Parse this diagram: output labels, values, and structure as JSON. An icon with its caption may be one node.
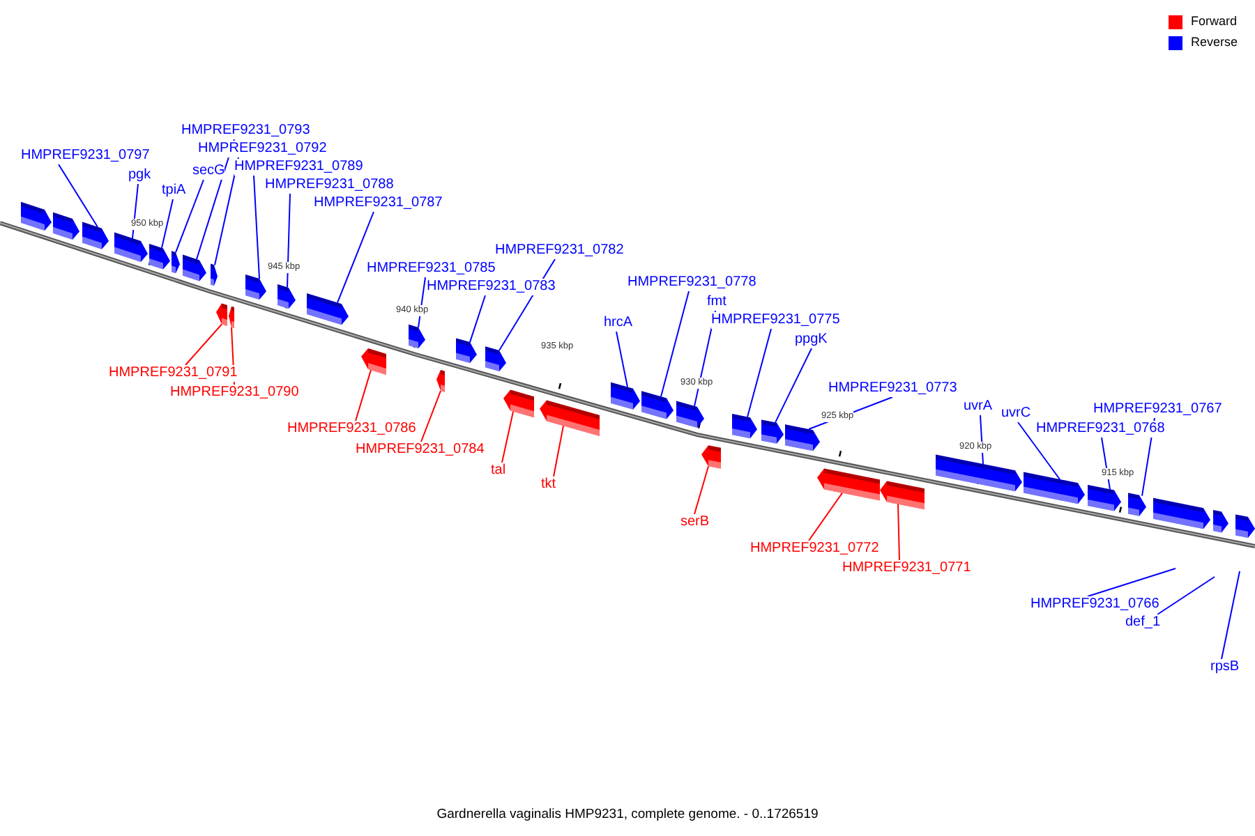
{
  "diagram": {
    "caption": "Gardnerella vaginalis HMP9231, complete genome. - 0..1726519",
    "nodes": [
      {
        "text": [],
        "shape": "pentagon"
      },
      {
        "text": [],
        "shape": "pentagon"
      },
      {
        "text": [],
        "shape": "pentagon"
      },
      {
        "text": [],
        "shape": "pentagon"
      },
      {
        "text": [],
        "shape": "pentagon"
      },
      {
        "text": [],
        "shape": "pentagon"
      },
      {
        "text": [],
        "shape": "pentagon"
      },
      {
        "text": [],
        "shape": "pentagon"
      },
      {
        "text": [],
        "shape": "pentagon"
      },
      {
        "text": [],
        "shape": "pentagon"
      },
      {
        "text": [],
        "shape": "pentagon"
      },
      {
        "text": [],
        "shape": "pentagon"
      },
      {
        "text": [],
        "shape": "pentagon"
      },
      {
        "text": [],
        "shape": "pentagon"
      },
      {
        "text": [],
        "shape": "pentagon"
      },
      {
        "text": [],
        "shape": "pentagon"
      },
      {
        "text": [],
        "shape": "pentagon"
      },
      {
        "text": [],
        "shape": "pentagon"
      },
      {
        "text": [],
        "shape": "pentagon"
      },
      {
        "text": [],
        "shape": "pentagon"
      },
      {
        "text": [],
        "shape": "pentagon"
      },
      {
        "text": [],
        "shape": "pentagon"
      },
      {
        "text": [],
        "shape": "pentagon"
      },
      {
        "text": [],
        "shape": "pentagon"
      },
      {
        "text": [],
        "shape": "pentagon"
      },
      {
        "text": [],
        "shape": "pentagon"
      },
      {
        "text": [],
        "shape": "pentagon"
      },
      {
        "text": [],
        "shape": "pentagon"
      },
      {
        "text": [],
        "shape": "pentagon"
      },
      {
        "text": [],
        "shape": "pentagon"
      },
      {
        "text": [],
        "shape": "pentagon"
      },
      {
        "text": [],
        "shape": "pentagon"
      },
      {
        "text": [],
        "shape": "pentagon"
      },
      {
        "text": [],
        "shape": "pentagon"
      },
      {
        "text": [],
        "shape": "pentagon"
      },
      {
        "text": [],
        "shape": "pentagon"
      },
      {
        "text": [
          "HMPREF9231_0797"
        ]
      },
      {
        "text": [
          "pgk"
        ]
      },
      {
        "text": [
          "tpiA"
        ]
      },
      {
        "text": [
          "secG"
        ]
      },
      {
        "text": [
          "HMPREF9231_0793"
        ]
      },
      {
        "text": [
          "HMPREF9231_0792"
        ]
      },
      {
        "text": [
          "HMPREF9231_0789"
        ]
      },
      {
        "text": [
          "HMPREF9231_0788"
        ]
      },
      {
        "text": [
          "HMPREF9231_0787"
        ]
      },
      {
        "text": [
          "HMPREF9231_0791"
        ]
      },
      {
        "text": [
          "HMPREF9231_0790"
        ]
      },
      {
        "text": [
          "HMPREF9231_0786"
        ]
      },
      {
        "text": [
          "HMPREF9231_0785"
        ]
      },
      {
        "text": [
          "HMPREF9231_0784"
        ]
      },
      {
        "text": [
          "HMPREF9231_0783"
        ]
      },
      {
        "text": [
          "HMPREF9231_0782"
        ]
      },
      {
        "text": [
          "tal"
        ]
      },
      {
        "text": [
          "tkt"
        ]
      },
      {
        "text": [
          "hrcA"
        ]
      },
      {
        "text": [
          "HMPREF9231_0778"
        ]
      },
      {
        "text": [
          "fmt"
        ]
      },
      {
        "text": [
          "serB"
        ]
      },
      {
        "text": [
          "HMPREF9231_0775"
        ]
      },
      {
        "text": [
          "ppgK"
        ]
      },
      {
        "text": [
          "HMPREF9231_0773"
        ]
      },
      {
        "text": [
          "HMPREF9231_0772"
        ]
      },
      {
        "text": [
          "HMPREF9231_0771"
        ]
      },
      {
        "text": [
          "uvrA"
        ]
      },
      {
        "text": [
          "uvrC"
        ]
      },
      {
        "text": [
          "HMPREF9231_0768"
        ]
      },
      {
        "text": [
          "HMPREF9231_0767"
        ]
      },
      {
        "text": [
          "HMPREF9231_0766"
        ]
      },
      {
        "text": [
          "def_1"
        ]
      },
      {
        "text": [
          "rpsB"
        ]
      }
    ],
    "edges": [
      {
        "from": 36,
        "to": 2,
        "arrow": "none"
      },
      {
        "from": 37,
        "to": 3,
        "arrow": "none"
      },
      {
        "from": 38,
        "to": 4,
        "arrow": "none"
      },
      {
        "from": 39,
        "to": 5,
        "arrow": "none"
      },
      {
        "from": 40,
        "to": 6,
        "arrow": "none"
      },
      {
        "from": 41,
        "to": 7,
        "arrow": "none"
      },
      {
        "from": 42,
        "to": 10,
        "arrow": "none"
      },
      {
        "from": 43,
        "to": 11,
        "arrow": "none"
      },
      {
        "from": 44,
        "to": 12,
        "arrow": "none"
      },
      {
        "from": 45,
        "to": 8,
        "arrow": "none",
        "color": "#ff0000"
      },
      {
        "from": 46,
        "to": 9,
        "arrow": "none",
        "color": "#ff0000"
      },
      {
        "from": 47,
        "to": 13,
        "arrow": "none",
        "color": "#ff0000"
      },
      {
        "from": 48,
        "to": 14,
        "arrow": "none"
      },
      {
        "from": 49,
        "to": 15,
        "arrow": "none",
        "color": "#ff0000"
      },
      {
        "from": 50,
        "to": 16,
        "arrow": "none"
      },
      {
        "from": 51,
        "to": 17,
        "arrow": "none"
      },
      {
        "from": 52,
        "to": 18,
        "arrow": "none",
        "color": "#ff0000"
      },
      {
        "from": 53,
        "to": 19,
        "arrow": "none",
        "color": "#ff0000"
      },
      {
        "from": 54,
        "to": 20,
        "arrow": "none"
      },
      {
        "from": 55,
        "to": 21,
        "arrow": "none"
      },
      {
        "from": 56,
        "to": 22,
        "arrow": "none"
      },
      {
        "from": 57,
        "to": 23,
        "arrow": "none",
        "color": "#ff0000"
      },
      {
        "from": 58,
        "to": 24,
        "arrow": "none"
      },
      {
        "from": 59,
        "to": 25,
        "arrow": "none"
      },
      {
        "from": 60,
        "to": 26,
        "arrow": "none"
      },
      {
        "from": 61,
        "to": 27,
        "arrow": "none",
        "color": "#ff0000"
      },
      {
        "from": 62,
        "to": 28,
        "arrow": "none",
        "color": "#ff0000"
      },
      {
        "from": 63,
        "to": 29,
        "arrow": "none"
      },
      {
        "from": 64,
        "to": 30,
        "arrow": "none"
      },
      {
        "from": 65,
        "to": 31,
        "arrow": "none"
      },
      {
        "from": 66,
        "to": 32,
        "arrow": "none"
      },
      {
        "from": 67,
        "to": null,
        "arrow": "none"
      },
      {
        "from": 68,
        "to": null,
        "arrow": "none"
      },
      {
        "from": 69,
        "to": null,
        "arrow": "none"
      }
    ],
    "labels": [
      "950 kbp",
      "945 kbp",
      "940 kbp",
      "935 kbp",
      "930 kbp",
      "925 kbp",
      "920 kbp",
      "915 kbp"
    ],
    "legend": [
      {
        "text": "Forward",
        "color": "#ff0000"
      },
      {
        "text": "Reverse",
        "color": "#0000ff"
      }
    ]
  }
}
